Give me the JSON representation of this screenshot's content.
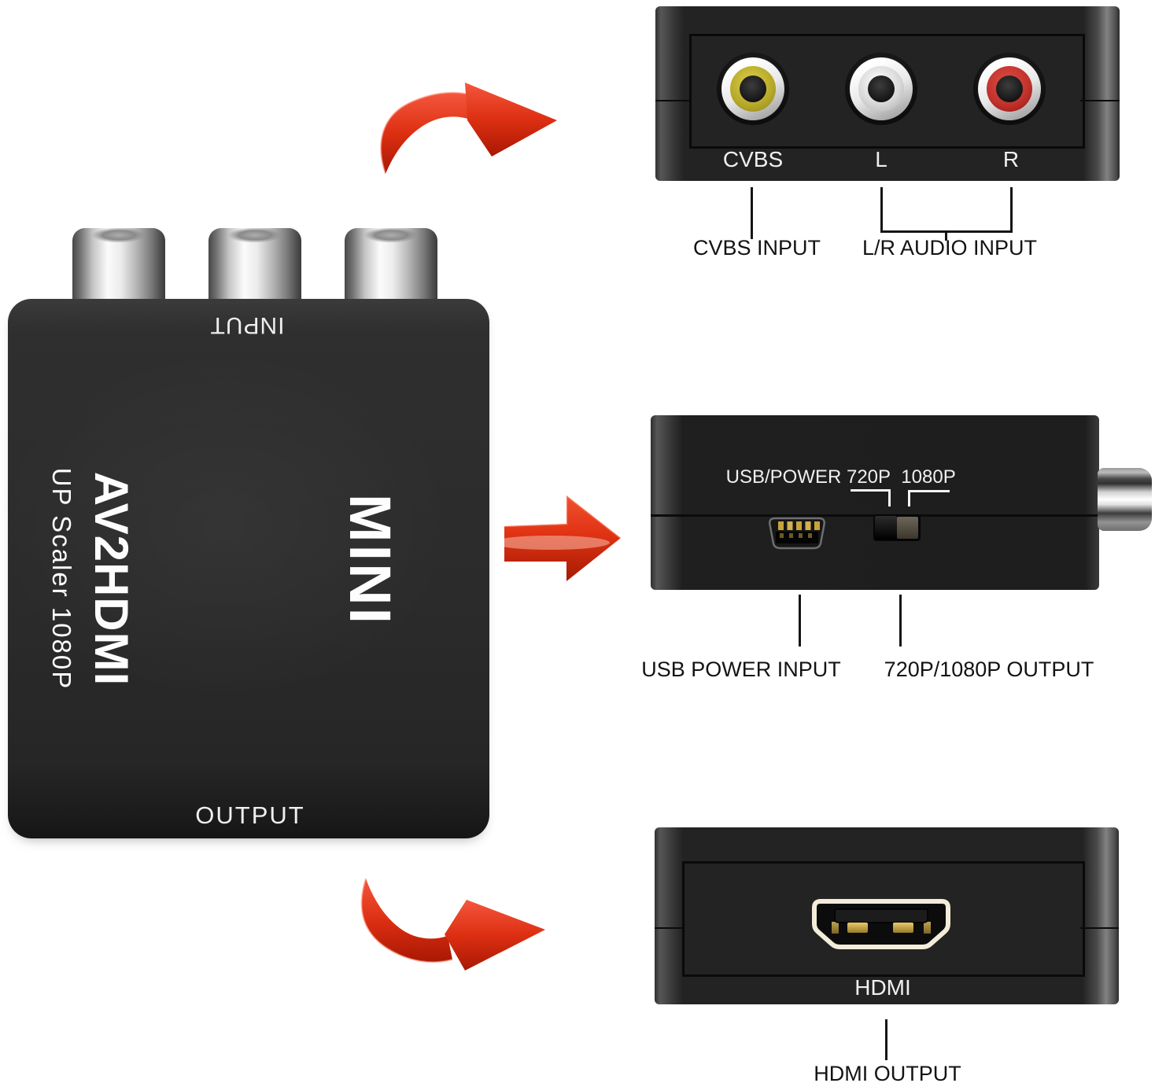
{
  "device_front": {
    "input_label": "INPUT",
    "brand_title": "AV2HDMI",
    "brand_subtitle": "UP Scaler 1080P",
    "model_label": "MINI",
    "output_label": "OUTPUT"
  },
  "input_panel": {
    "jacks": [
      {
        "label": "CVBS",
        "color": "#b9ab2a"
      },
      {
        "label": "L",
        "color": "#d8d8d8"
      },
      {
        "label": "R",
        "color": "#c3332e"
      }
    ],
    "callout_cvbs": "CVBS INPUT",
    "callout_audio": "L/R AUDIO INPUT"
  },
  "side_panel": {
    "usb_label": "USB/POWER",
    "res_720_label": "720P",
    "res_1080_label": "1080P",
    "callout_usb": "USB POWER INPUT",
    "callout_res": "720P/1080P OUTPUT"
  },
  "hdmi_panel": {
    "port_label": "HDMI",
    "callout": "HDMI OUTPUT"
  },
  "colors": {
    "background": "#ffffff",
    "device_body": "#2b2b2b",
    "arrow_red": "#d92c10",
    "jack_cvbs": "#b9ab2a",
    "jack_left": "#d8d8d8",
    "jack_right": "#c3332e",
    "hdmi_trim": "#f2ecd9",
    "label_white": "#f2f2f2",
    "callout_text": "#111111"
  }
}
